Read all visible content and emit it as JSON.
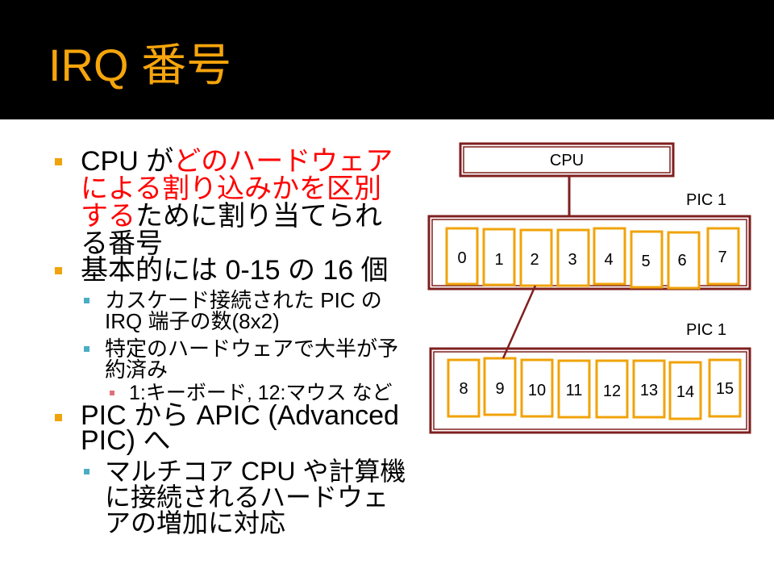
{
  "slide": {
    "title": "IRQ 番号",
    "bullets": [
      {
        "lines": [
          [
            "CPU が",
            "どのハードウェア"
          ],
          [
            "による割り込みかを区別"
          ],
          [
            "する",
            "ために割り当てられ"
          ],
          [
            "る番号"
          ]
        ]
      },
      {
        "lines": [
          [
            "基本的には 0-15 の 16 個"
          ]
        ]
      },
      {
        "lines": [
          [
            "カスケード接続された PIC の"
          ],
          [
            "IRQ 端子の数(8x2)"
          ]
        ]
      },
      {
        "lines": [
          [
            "特定のハードウェアで大半が予"
          ],
          [
            "約済み"
          ]
        ]
      },
      {
        "lines": [
          [
            "1:キーボード, 12:マウス など"
          ]
        ]
      },
      {
        "lines": [
          [
            "PIC から APIC (Advanced"
          ],
          [
            "PIC) へ"
          ]
        ]
      },
      {
        "lines": [
          [
            "マルチコア CPU や計算機"
          ],
          [
            "に接続されるハードウェ"
          ],
          [
            "アの増加に対応"
          ]
        ]
      }
    ]
  },
  "diagram": {
    "cpu_label": "CPU",
    "master_pic_label": "PIC 1",
    "slave_pic_label": "PIC 1",
    "master_irqs": [
      "0",
      "1",
      "2",
      "3",
      "4",
      "5",
      "6",
      "7"
    ],
    "slave_irqs": [
      "8",
      "9",
      "10",
      "11",
      "12",
      "13",
      "14",
      "15"
    ]
  },
  "colors": {
    "title_bg": "#000000",
    "title_text": "#F6A50C",
    "highlight_red": "#FF0000",
    "body_text": "#000000",
    "bullet_l1": "#F0A30A",
    "bullet_l2": "#4BACC6",
    "bullet_l3": "#E0707A",
    "diagram_border": "#7F1F1F",
    "irq_cell_border": "#F0A30A"
  }
}
